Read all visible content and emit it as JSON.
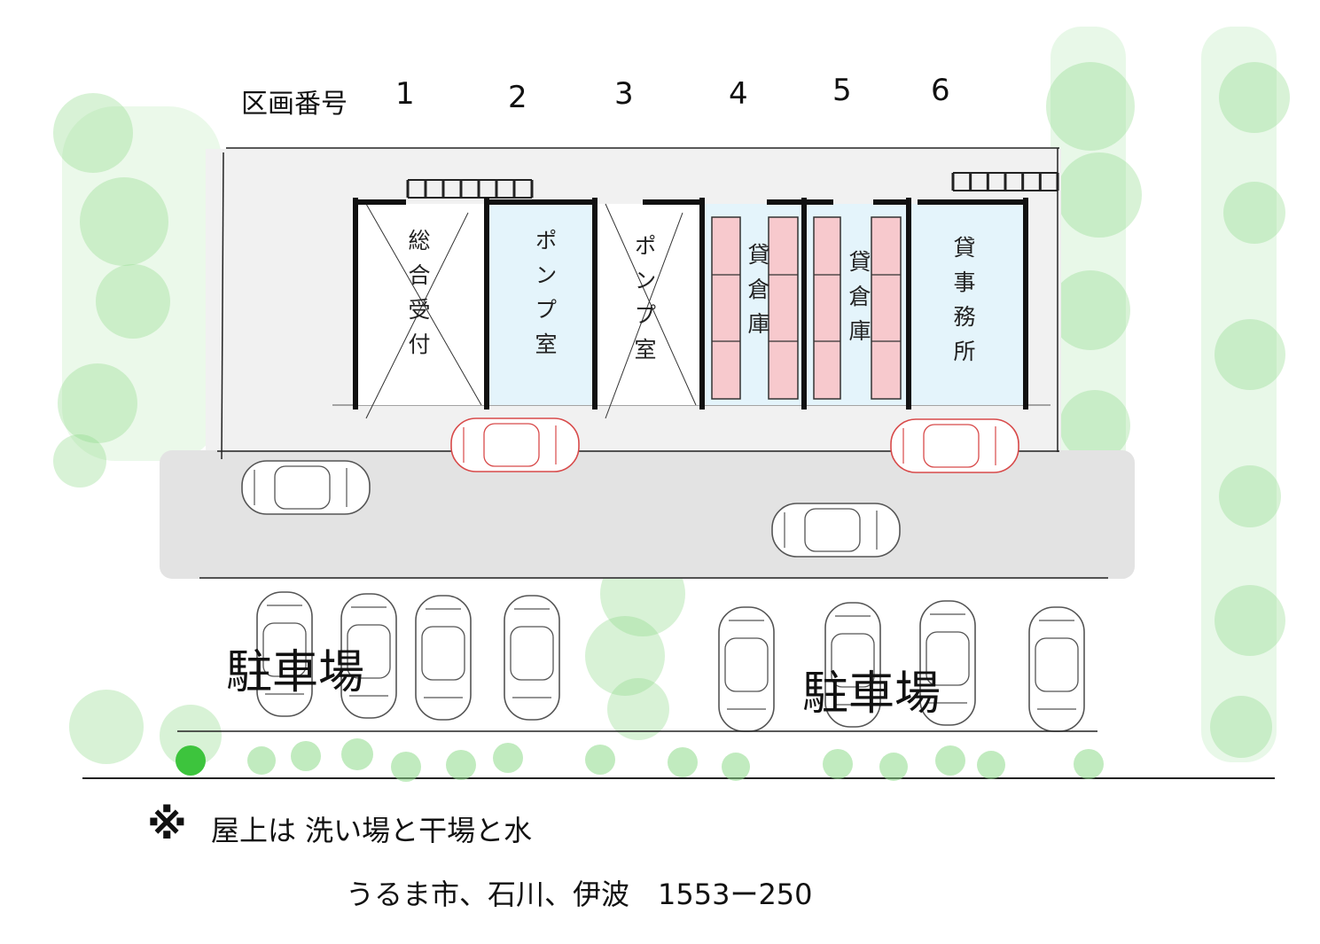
{
  "header": {
    "label": "区画番号",
    "numbers": [
      "1",
      "2",
      "3",
      "4",
      "5",
      "6"
    ]
  },
  "units": [
    {
      "number": "1",
      "label": "総合受付",
      "status": "crossed"
    },
    {
      "number": "2",
      "label": "ポンプ室",
      "status": "available"
    },
    {
      "number": "3",
      "label": "ポンプ室",
      "status": "crossed"
    },
    {
      "number": "4",
      "label": "貸倉庫",
      "status": "available"
    },
    {
      "number": "5",
      "label": "貸倉庫",
      "status": "available"
    },
    {
      "number": "6",
      "label": "貸事務所",
      "status": "available"
    }
  ],
  "parking": {
    "left_label": "駐車場",
    "right_label": "駐車場"
  },
  "notes": {
    "rooftop_mark": "※",
    "rooftop": "屋上は 洗い場と干場と水",
    "address": "うるま市、石川、伊波　1553ー250"
  },
  "colors": {
    "room_fill": "#e4f4fb",
    "rack_fill": "#f7c9cd",
    "tree": "#8edb8a",
    "tree_dark": "#3dc43d",
    "road": "#e3e3e3",
    "car_outline": "#555555",
    "car_highlight": "#d84a4a"
  }
}
